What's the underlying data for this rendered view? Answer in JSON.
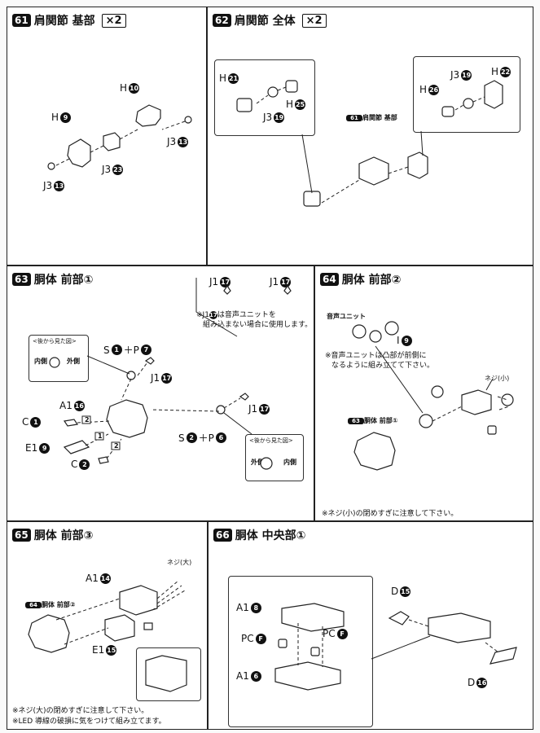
{
  "steps": [
    {
      "no": "61",
      "title": "肩関節 基部",
      "qty": "×2",
      "labels": [
        {
          "t": "H",
          "n": "10"
        },
        {
          "t": "H",
          "n": "9"
        },
        {
          "t": "J3",
          "n": "13"
        },
        {
          "t": "J3",
          "n": "23"
        },
        {
          "t": "J3",
          "n": "13"
        }
      ]
    },
    {
      "no": "62",
      "title": "肩関節 全体",
      "qty": "×2",
      "labels": [
        {
          "t": "H",
          "n": "21"
        },
        {
          "t": "H",
          "n": "25"
        },
        {
          "t": "J3",
          "n": "19"
        },
        {
          "t": "J3",
          "n": "19"
        },
        {
          "t": "H",
          "n": "22"
        },
        {
          "t": "H",
          "n": "26"
        }
      ],
      "ref": "肩関節 基部",
      "ref_no": "61"
    },
    {
      "no": "63",
      "title": "胴体 前部①",
      "labels": [
        {
          "t": "J1",
          "n": "17"
        },
        {
          "t": "J1",
          "n": "17"
        },
        {
          "t": "S",
          "n": "1",
          "extra": "＋P",
          "n2": "7"
        },
        {
          "t": "J1",
          "n": "17"
        },
        {
          "t": "A1",
          "n": "16"
        },
        {
          "t": "C",
          "n": "1"
        },
        {
          "t": "E1",
          "n": "9"
        },
        {
          "t": "C",
          "n": "2"
        },
        {
          "t": "S",
          "n": "2",
          "extra": "＋P",
          "n2": "6"
        },
        {
          "t": "J1",
          "n": "17"
        }
      ],
      "note_j1a": "※J1",
      "note_j1b": "は音声ユニットを",
      "note_j1c": "組み込まない場合に使用します。",
      "box_title": "<後から見た図>",
      "box_inner": "内側",
      "box_outer": "外側",
      "seq": [
        "2",
        "1",
        "2"
      ]
    },
    {
      "no": "64",
      "title": "胴体 前部②",
      "sound_unit": "音声ユニット",
      "labels": [
        {
          "t": "I",
          "n": "9"
        }
      ],
      "note1": "※音声ユニットは凸部が前側に",
      "note2": "なるように組み立てて下さい。",
      "screw": "ネジ(小)",
      "ref": "胴体 前部①",
      "ref_no": "63",
      "footnote": "※ネジ(小)の閉めすぎに注意して下さい。"
    },
    {
      "no": "65",
      "title": "胴体 前部③",
      "screw": "ネジ(大)",
      "labels": [
        {
          "t": "A1",
          "n": "14"
        },
        {
          "t": "E1",
          "n": "15"
        }
      ],
      "ref": "胴体 前部②",
      "ref_no": "64",
      "footnote1": "※ネジ(大)の閉めすぎに注意して下さい。",
      "footnote2": "※LED 導線の破損に気をつけて組み立てます。"
    },
    {
      "no": "66",
      "title": "胴体 中央部①",
      "labels": [
        {
          "t": "A1",
          "n": "8"
        },
        {
          "t": "PC",
          "n": "F"
        },
        {
          "t": "PC",
          "n": "F"
        },
        {
          "t": "A1",
          "n": "6"
        },
        {
          "t": "D",
          "n": "15"
        },
        {
          "t": "D",
          "n": "16"
        }
      ]
    }
  ]
}
